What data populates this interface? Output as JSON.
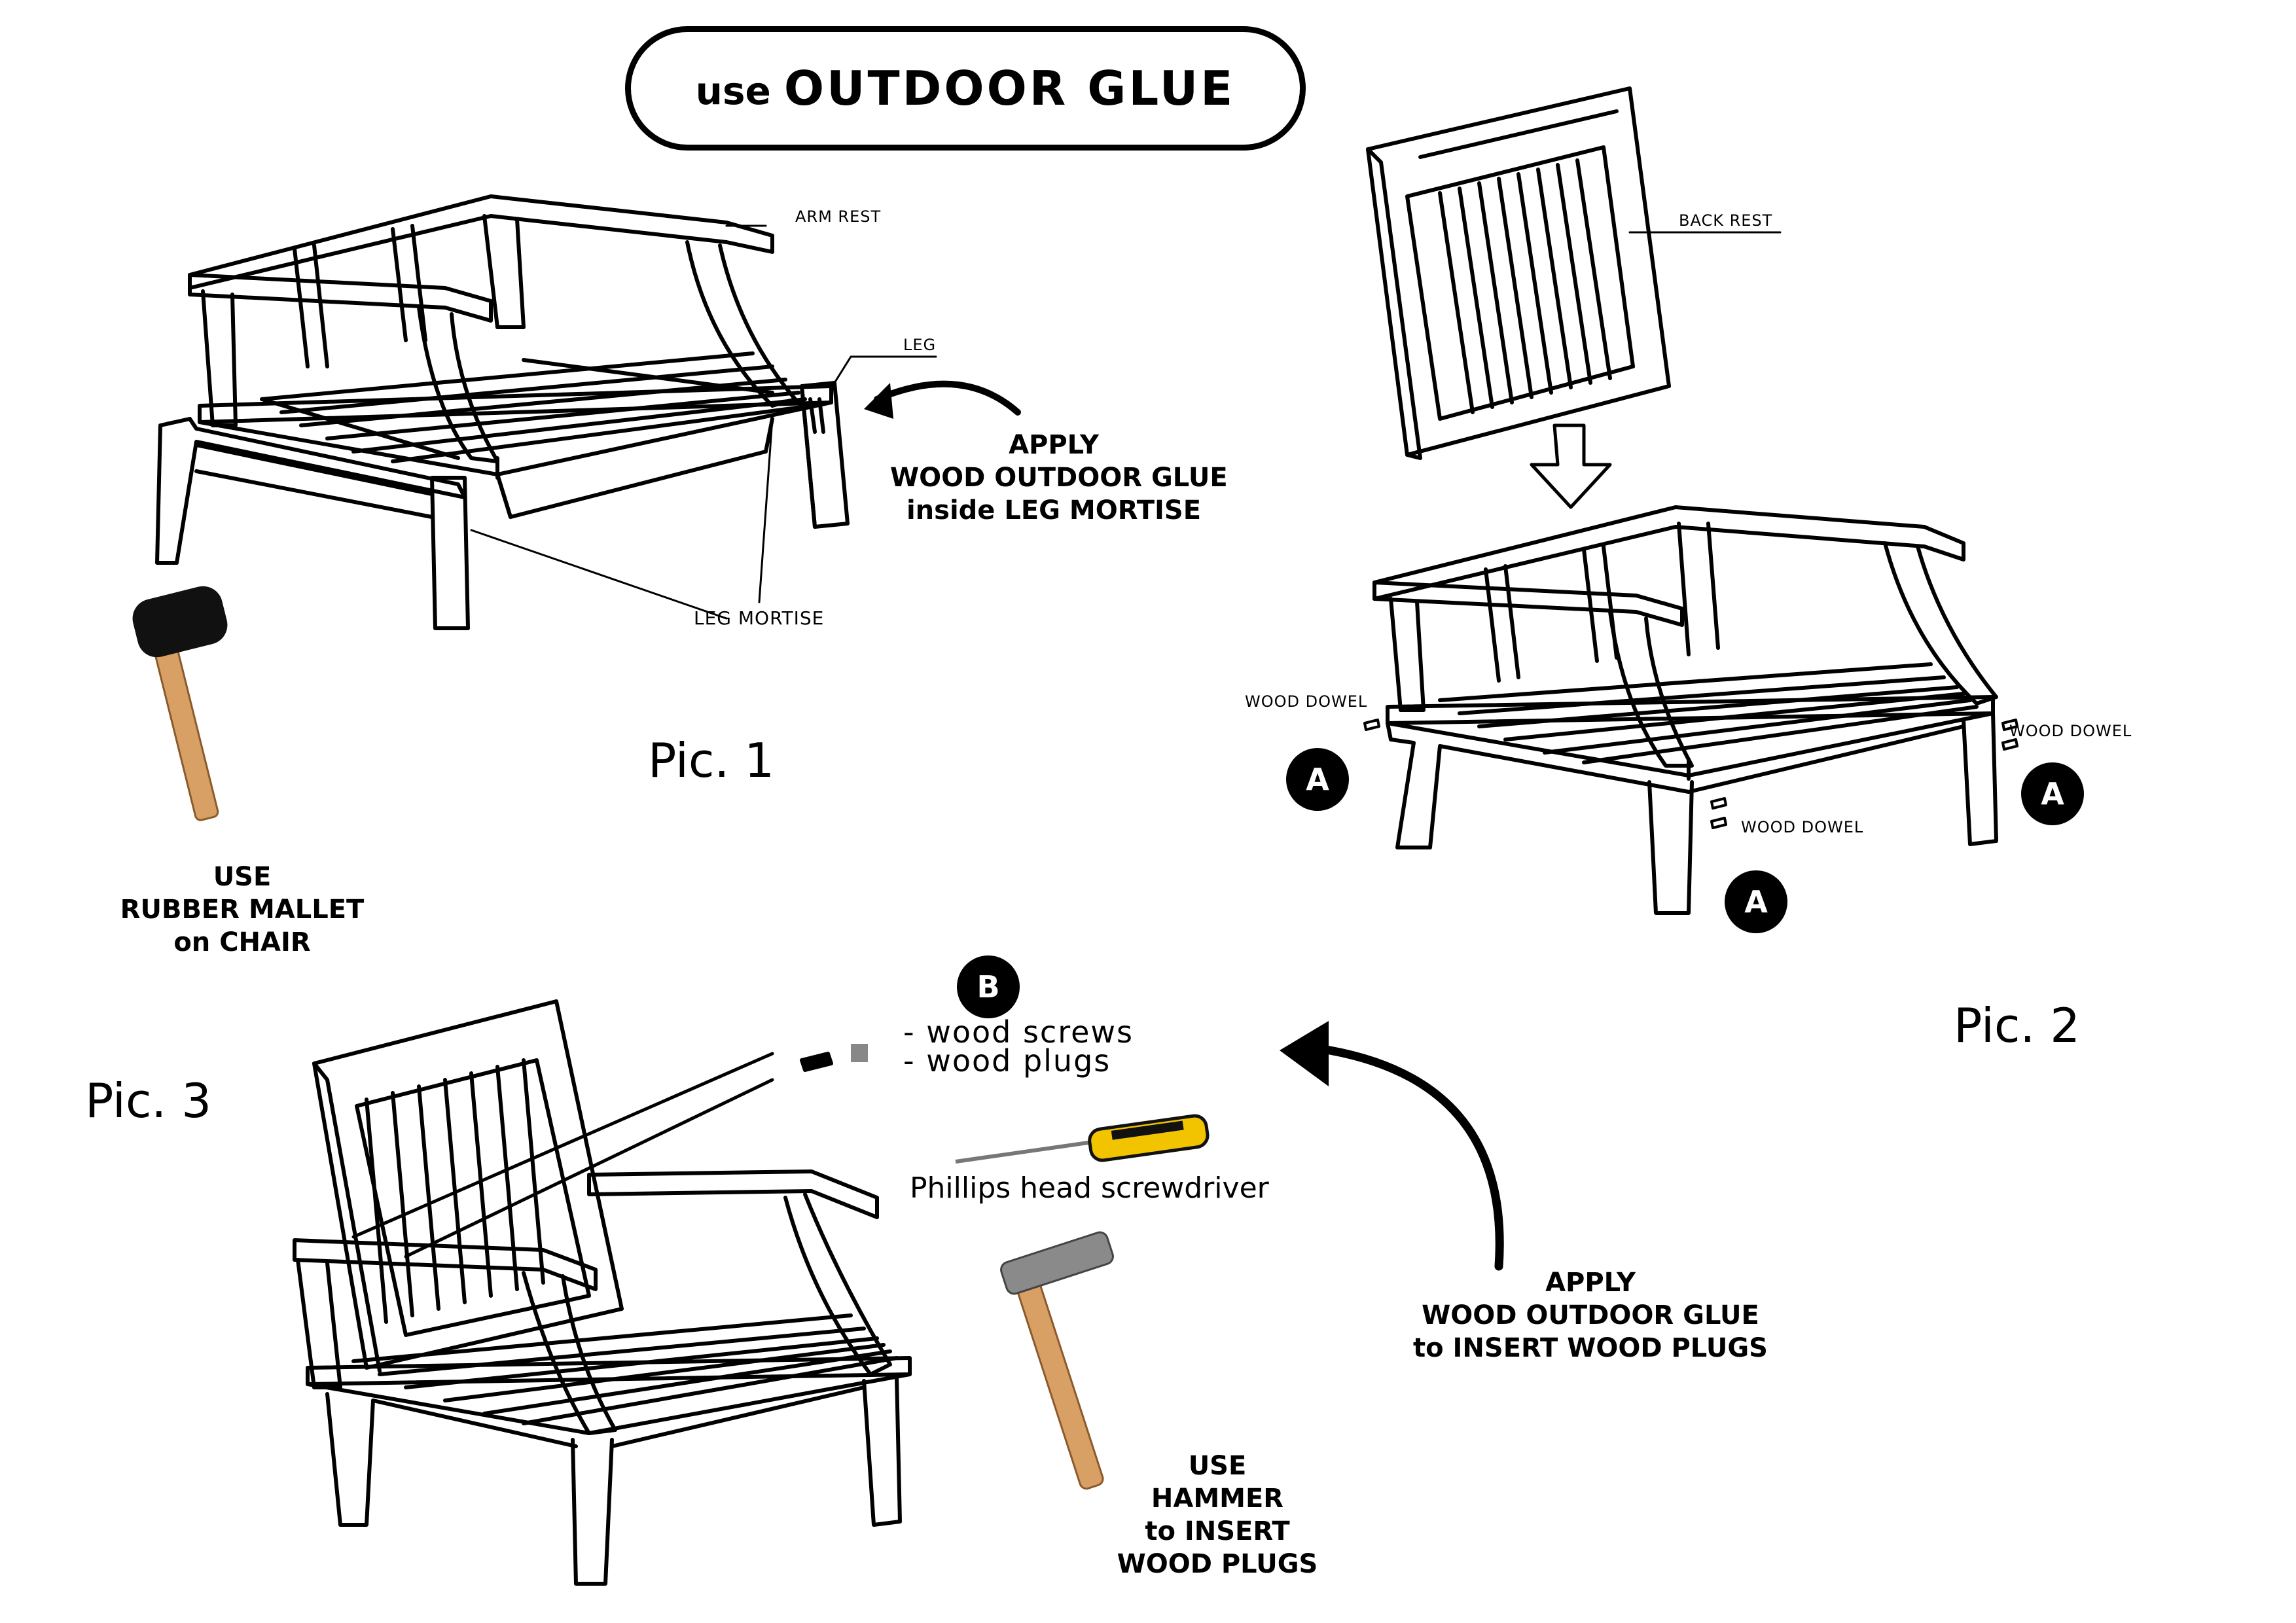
{
  "title": {
    "prefix": "use",
    "main": "OUTDOOR GLUE"
  },
  "pic1": {
    "caption": "Pic. 1",
    "labels": {
      "arm_rest": "ARM REST",
      "leg": "LEG",
      "leg_mortise": "LEG MORTISE"
    },
    "instruction": [
      "APPLY",
      "WOOD OUTDOOR GLUE",
      "inside LEG MORTISE"
    ],
    "mallet_instruction": [
      "USE",
      "RUBBER MALLET",
      "on CHAIR"
    ]
  },
  "pic2": {
    "caption": "Pic. 2",
    "labels": {
      "back_rest": "BACK REST",
      "wood_dowel": "WOOD DOWEL"
    },
    "badge": "A"
  },
  "pic3": {
    "caption": "Pic. 3",
    "badge": "B",
    "parts": [
      "- wood screws",
      "- wood plugs"
    ],
    "screwdriver": "Phillips head screwdriver",
    "glue_instruction": [
      "APPLY",
      "WOOD OUTDOOR GLUE",
      "to INSERT WOOD PLUGS"
    ],
    "hammer_instruction": [
      "USE",
      "HAMMER",
      "to INSERT",
      "WOOD PLUGS"
    ]
  },
  "colors": {
    "ink": "#000000",
    "wood_handle": "#d9a066",
    "metal": "#8a8a8a",
    "screwdriver_yellow": "#f2c400"
  }
}
